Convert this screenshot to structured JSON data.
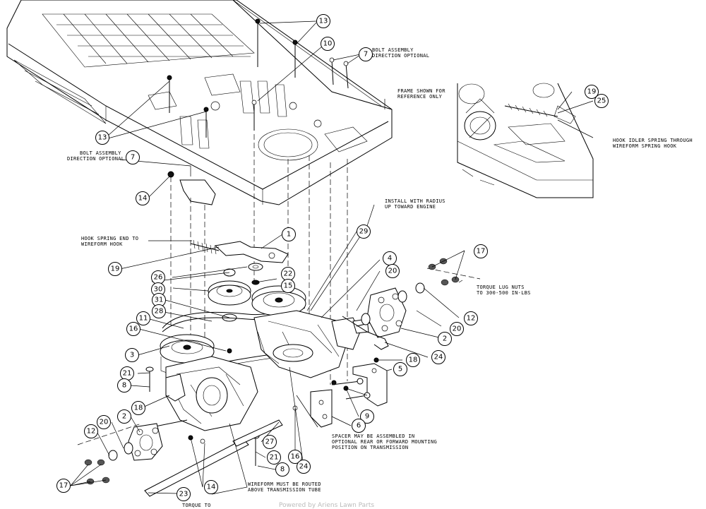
{
  "notes": {
    "bolt_assembly_top_1": "BOLT ASSEMBLY",
    "bolt_assembly_top_2": "DIRECTION OPTIONAL",
    "frame_1": "FRAME SHOWN FOR",
    "frame_2": "REFERENCE ONLY",
    "bolt_assembly_left_1": "BOLT ASSEMBLY",
    "bolt_assembly_left_2": "DIRECTION OPTIONAL",
    "hook_idler_1": "HOOK IDLER SPRING THROUGH",
    "hook_idler_2": "WIREFORM SPRING HOOK",
    "install_radius_1": "INSTALL WITH RADIUS",
    "install_radius_2": "UP TOWARD ENGINE",
    "hook_spring_1": "HOOK SPRING END TO",
    "hook_spring_2": "WIREFORM HOOK",
    "torque_lug_1": "TORQUE LUG NUTS",
    "torque_lug_2": "TO 300-500 IN-LBS",
    "spacer_1": "SPACER MAY BE ASSEMBLED IN",
    "spacer_2": "OPTIONAL REAR OR FORWARD MOUNTING",
    "spacer_3": "POSITION ON TRANSMISSION",
    "wireform_1": "WIREFORM MUST BE ROUTED",
    "wireform_2": "ABOVE TRANSMISSION TUBE",
    "torque_to": "TORQUE TO",
    "watermark": "Powered by Ariens Lawn Parts"
  },
  "callouts": {
    "c13a": "13",
    "c13b": "13",
    "c10": "10",
    "c7a": "7",
    "c7b": "7",
    "c14a": "14",
    "c14b": "14",
    "c19a": "19",
    "c25": "25",
    "c1": "1",
    "c19b": "19",
    "c29": "29",
    "c26": "26",
    "c22": "22",
    "c30": "30",
    "c15": "15",
    "c4": "4",
    "c17a": "17",
    "c17b": "17",
    "c20a": "20",
    "c20b": "20",
    "c20c": "20",
    "c31": "31",
    "c28": "28",
    "c11": "11",
    "c12a": "12",
    "c12b": "12",
    "c16a": "16",
    "c16b": "16",
    "c2a": "2",
    "c2b": "2",
    "c3": "3",
    "c18a": "18",
    "c18b": "18",
    "c24a": "24",
    "c24b": "24",
    "c5": "5",
    "c21a": "21",
    "c21b": "21",
    "c8a": "8",
    "c8b": "8",
    "c9": "9",
    "c6": "6",
    "c27": "27",
    "c23": "23"
  }
}
